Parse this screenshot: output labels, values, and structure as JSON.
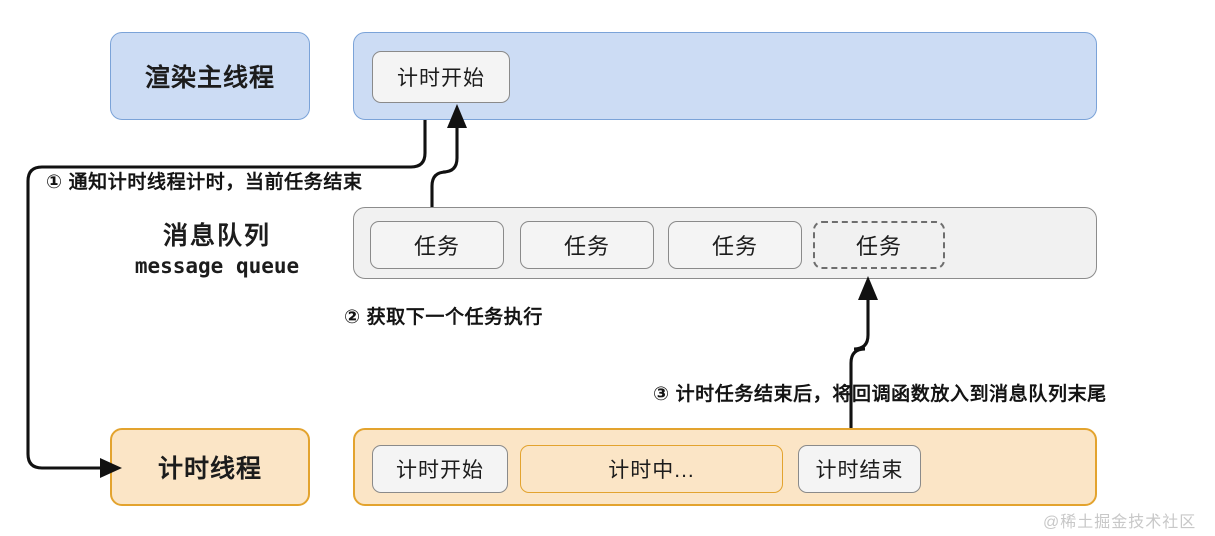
{
  "diagram": {
    "title_watermark": "@稀土掘金技术社区",
    "lanes": [
      {
        "id": "render-main-thread",
        "label": "渲染主线程",
        "color": "#ccdcf4",
        "border_color": "#7ba3d8",
        "items": [
          {
            "label": "计时开始",
            "style": "solid-gray"
          }
        ]
      },
      {
        "id": "message-queue",
        "label_cn": "消息队列",
        "label_en": "message queue",
        "color": "#f1f1f1",
        "border_color": "#8c8c8c",
        "items": [
          {
            "label": "任务",
            "style": "solid-gray"
          },
          {
            "label": "任务",
            "style": "solid-gray"
          },
          {
            "label": "任务",
            "style": "solid-gray"
          },
          {
            "label": "任务",
            "style": "dashed-gray"
          }
        ]
      },
      {
        "id": "timer-thread",
        "label": "计时线程",
        "color": "#fbe5c6",
        "border_color": "#e3a32e",
        "items": [
          {
            "label": "计时开始",
            "style": "solid-gray"
          },
          {
            "label": "计时中...",
            "style": "solid-orange"
          },
          {
            "label": "计时结束",
            "style": "solid-gray"
          }
        ]
      }
    ],
    "steps": [
      {
        "number": "①",
        "text": "通知计时线程计时，当前任务结束"
      },
      {
        "number": "②",
        "text": "获取下一个任务执行"
      },
      {
        "number": "③",
        "text": "计时任务结束后，将回调函数放入到消息队列末尾"
      }
    ]
  }
}
